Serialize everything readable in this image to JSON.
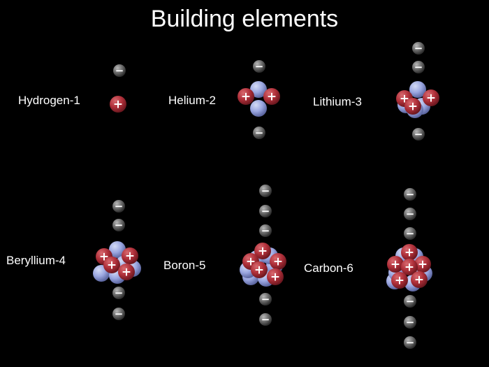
{
  "title": "Building elements",
  "colors": {
    "background": "#000000",
    "proton": "#b0303a",
    "neutron": "#9aa6e0",
    "electron": "#6a6a6a",
    "text": "#ffffff"
  },
  "particle_signs": {
    "proton": "+",
    "electron": "−"
  },
  "elements": [
    {
      "label": "Hydrogen-1",
      "protons": 1,
      "neutrons": 0,
      "electrons": 1
    },
    {
      "label": "Helium-2",
      "protons": 2,
      "neutrons": 2,
      "electrons": 2
    },
    {
      "label": "Lithium-3",
      "protons": 3,
      "neutrons": 4,
      "electrons": 3
    },
    {
      "label": "Beryllium-4",
      "protons": 4,
      "neutrons": 5,
      "electrons": 4
    },
    {
      "label": "Boron-5",
      "protons": 5,
      "neutrons": 6,
      "electrons": 5
    },
    {
      "label": "Carbon-6",
      "protons": 6,
      "neutrons": 6,
      "electrons": 6
    }
  ]
}
